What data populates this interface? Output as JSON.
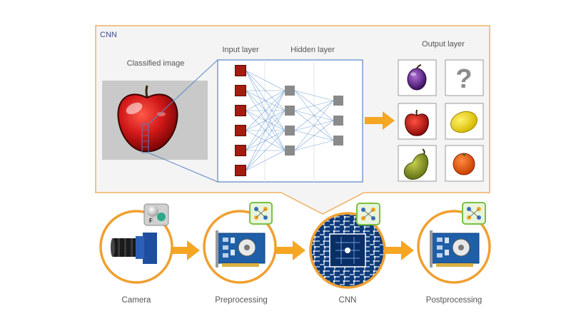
{
  "panel": {
    "title": "CNN",
    "classified_image_label": "Classified image",
    "input_layer_label": "Input layer",
    "hidden_layer_label": "Hidden layer",
    "output_layer_label": "Output layer",
    "unknown_symbol": "?",
    "output_icons": [
      "plum-icon",
      "question-mark-icon",
      "apple-icon",
      "lemon-icon",
      "pear-icon",
      "orange-icon"
    ]
  },
  "pipeline": {
    "stages": [
      {
        "label": "Camera",
        "icon": "camera-icon",
        "badge": "feature-badge-icon"
      },
      {
        "label": "Preprocessing",
        "icon": "processing-board-icon",
        "badge": "network-badge-icon"
      },
      {
        "label": "CNN",
        "icon": "circuit-chip-icon",
        "badge": "network-badge-icon"
      },
      {
        "label": "Postprocessing",
        "icon": "processing-board-icon",
        "badge": "network-badge-icon"
      }
    ]
  },
  "colors": {
    "accent_orange": "#f5a623",
    "circle_orange": "#f0a030",
    "panel_background": "#f4f4f4",
    "panel_border": "#f0b060",
    "input_neuron_red": "#a51b10",
    "hidden_neuron_gray": "#8a8a8a",
    "board_blue": "#1f5fa8",
    "badge_green": "#7ac143",
    "panel_title_blue": "#3a4e8a",
    "label_gray": "#555555"
  }
}
